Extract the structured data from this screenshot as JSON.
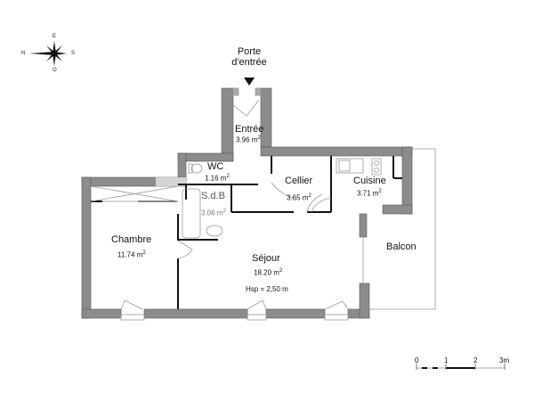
{
  "compass": {
    "north": "N",
    "east": "E",
    "south": "S",
    "west": "O"
  },
  "entrance": {
    "line1": "Porte",
    "line2": "d'entrée"
  },
  "rooms": [
    {
      "id": "entree",
      "name": "Entrée",
      "area": "3.96 m",
      "exp": "2"
    },
    {
      "id": "wc",
      "name": "WC",
      "area": "1.16 m",
      "exp": "2"
    },
    {
      "id": "sdb",
      "name": "S.d.B",
      "area": "3.06 m",
      "exp": "2"
    },
    {
      "id": "cellier",
      "name": "Cellier",
      "area": "3.65 m",
      "exp": "2"
    },
    {
      "id": "cuisine",
      "name": "Cuisine",
      "area": "3.71 m",
      "exp": "2"
    },
    {
      "id": "chambre",
      "name": "Chambre",
      "area": "11.74 m",
      "exp": "2"
    },
    {
      "id": "sejour",
      "name": "Séjour",
      "area": "18.20 m",
      "exp": "2",
      "note": "Hsp = 2,50 m"
    },
    {
      "id": "balcon",
      "name": "Balcon"
    }
  ],
  "scale": {
    "ticks": [
      "0",
      "1",
      "2",
      "3m"
    ]
  },
  "colors": {
    "wall": "#8c8c8c",
    "wall_edge": "#555555",
    "partition": "#111111",
    "fixture": "#999999"
  }
}
